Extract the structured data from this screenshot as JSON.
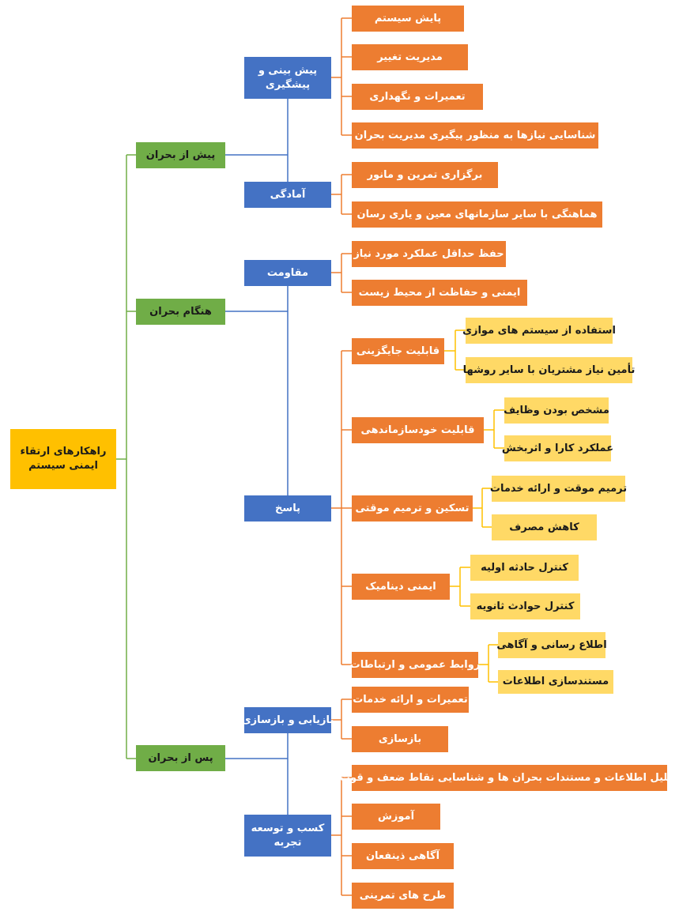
{
  "colors": {
    "root": "#ffc000",
    "phase": "#70ad47",
    "strategy": "#4472c4",
    "action": "#ed7d31",
    "detail": "#ffd966",
    "connector_blue": "#4472c4",
    "connector_orange": "#ed7d31",
    "connector_green": "#70ad47",
    "connector_yellow": "#ffc000"
  },
  "root": {
    "label": "راهکارهای ارتقاء ایمنی سیستم"
  },
  "phases": {
    "before": {
      "label": "پیش از بحران"
    },
    "during": {
      "label": "هنگام بحران"
    },
    "after": {
      "label": "پس از بحران"
    }
  },
  "strategies": {
    "prevention": {
      "label": "پیش بینی و پیشگیری"
    },
    "preparedness": {
      "label": "آمادگی"
    },
    "resistance": {
      "label": "مقاومت"
    },
    "response": {
      "label": "پاسخ"
    },
    "recovery": {
      "label": "بازیابی و بازسازی"
    },
    "experience": {
      "label": "کسب و توسعه تجربه"
    }
  },
  "actions": {
    "system_monitoring": "پایش سیستم",
    "change_management": "مدیریت تغییر",
    "maintenance": "تعمیرات و نگهداری",
    "needs_identification": "شناسایی نیازها به منظور پیگیری مدیریت بحران",
    "drills": "برگزاری تمرین و مانور",
    "coordination": "هماهنگی با سایر سازمانهای معین و یاری رسان",
    "min_performance": "حفظ حداقل عملکرد مورد نیاز",
    "env_safety": "ایمنی و حفاظت از محیط زیست",
    "substitution": "قابلیت جایگزینی",
    "self_organization": "قابلیت خودسازماندهی",
    "temporary_repair": "تسکین و ترمیم موقتی",
    "dynamic_safety": "ایمنی دینامیک",
    "public_relations": "روابط عمومی و ارتباطات",
    "repairs_services": "تعمیرات و ارائه خدمات",
    "reconstruction": "بازسازی",
    "analysis": "تحلیل اطلاعات و مستندات بحران ها و شناسایی نقاط ضعف و قوت",
    "training": "آموزش",
    "stakeholder_awareness": "آگاهی ذینفعان",
    "exercise_plans": "طرح های تمرینی"
  },
  "details": {
    "parallel_systems": "استفاده از سیستم های موازی",
    "customer_needs": "تأمین نیاز مشتریان با سایر روشها",
    "defined_duties": "مشخص بودن وظایف",
    "effective_operation": "عملکرد کارا و اثربخش",
    "temp_repair_service": "ترمیم موقت و ارائه خدمات",
    "reduce_consumption": "کاهش مصرف",
    "primary_control": "کنترل حادثه اولیه",
    "secondary_control": "کنترل  حوادث ثانویه",
    "informing": "اطلاع رسانی و آگاهی",
    "documentation": "مستندسازی اطلاعات"
  }
}
